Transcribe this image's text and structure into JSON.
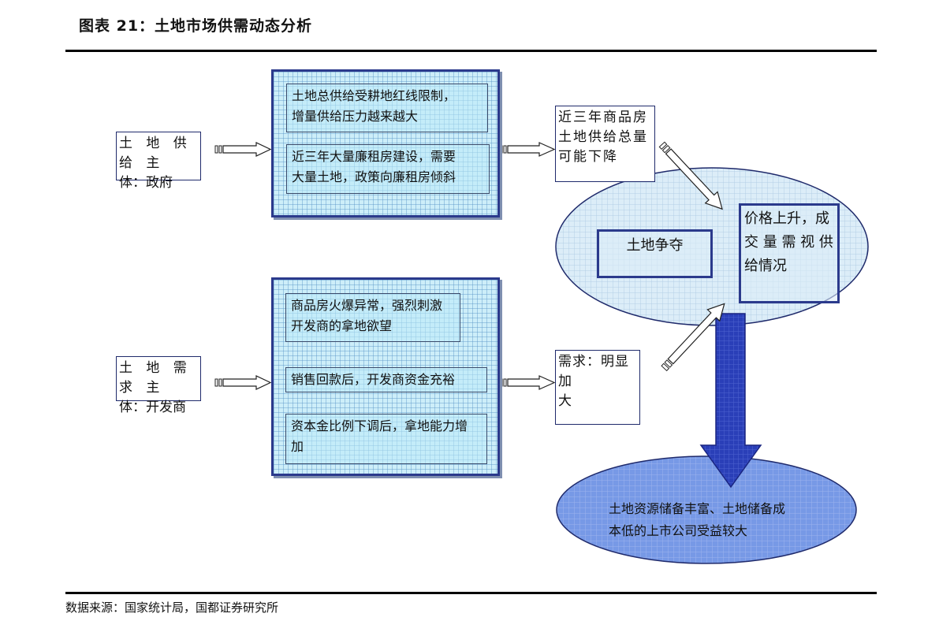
{
  "header": {
    "title": "图表 21：土地市场供需动态分析"
  },
  "footer": {
    "source": "数据来源：国家统计局，国都证券研究所"
  },
  "supply": {
    "subject": [
      "土 地 供 给 主",
      "体：政府"
    ],
    "box1": [
      "土地总供给受耕地红线限制，",
      "增量供给压力越来越大"
    ],
    "box2": [
      "近三年大量廉租房建设，需要",
      "大量土地，政策向廉租房倾斜"
    ],
    "result": [
      "近三年商品房",
      "土地供给总量",
      "可能下降"
    ]
  },
  "demand": {
    "subject": [
      "土 地 需 求 主",
      "体：开发商"
    ],
    "box1": [
      "商品房火爆异常，强烈刺激",
      "开发商的拿地欲望"
    ],
    "box2": "销售回款后，开发商资金充裕",
    "box3": [
      "资本金比例下调后，拿地能力增",
      "加"
    ],
    "result": [
      "需求：明显加",
      "大"
    ]
  },
  "center": {
    "competition": "土地争夺",
    "outcome": [
      "价格上升，成",
      "交 量 需 视 供",
      "给情况"
    ]
  },
  "conclusion": [
    "土地资源储备丰富、土地储备成",
    "本低的上市公司受益较大"
  ],
  "colors": {
    "panel_border": "#2b3a8c",
    "panel_fill": "#cdeef9",
    "ellipse_top": "#dcedf8",
    "ellipse_bottom": "#7799e6",
    "down_arrow": "#2a3fb8"
  }
}
